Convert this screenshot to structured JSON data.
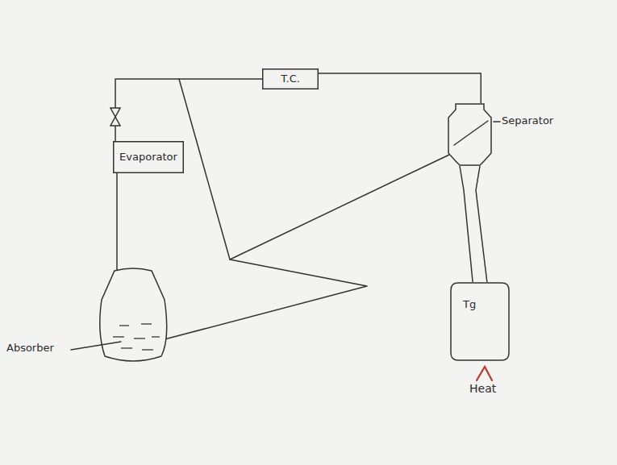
{
  "diagram": {
    "nodes": [
      {
        "text": [
          "T.C."
        ]
      },
      {
        "text": [
          "Separator"
        ]
      },
      {
        "text": [
          "Evaporator"
        ]
      },
      {
        "text": [
          "Absorber"
        ]
      },
      {
        "text": [
          "Tg"
        ]
      }
    ],
    "edges": [
      {
        "from": 0,
        "to": 2,
        "arrow": "none"
      },
      {
        "from": 0,
        "to": 1,
        "arrow": "none"
      },
      {
        "from": 2,
        "to": 3,
        "arrow": "none"
      },
      {
        "from": 1,
        "to": 3,
        "arrow": "none"
      },
      {
        "from": 1,
        "to": 4,
        "arrow": "none"
      }
    ],
    "labels": [
      "Heat"
    ]
  }
}
